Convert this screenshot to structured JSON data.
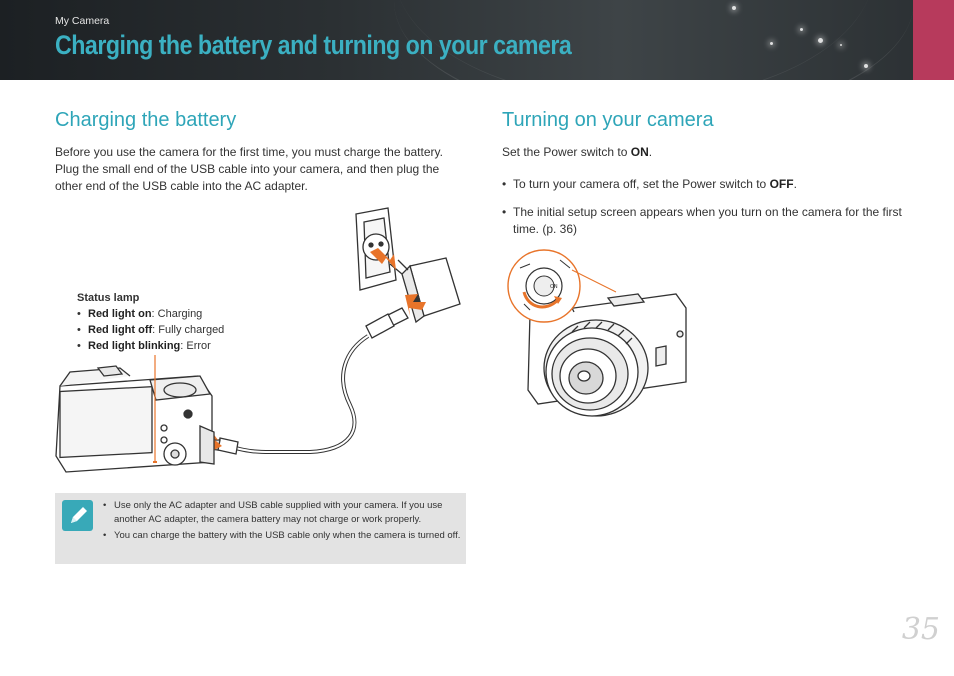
{
  "header": {
    "section_label": "My Camera",
    "title": "Charging the battery and turning on your camera"
  },
  "left": {
    "heading": "Charging the battery",
    "intro": "Before you use the camera for the first time, you must charge the battery. Plug the small end of the USB cable into your camera, and then plug the other end of the USB cable into the AC adapter.",
    "status_lamp": {
      "title": "Status lamp",
      "items": [
        {
          "label": "Red light on",
          "value": ": Charging"
        },
        {
          "label": "Red light off",
          "value": ": Fully charged"
        },
        {
          "label": "Red light blinking",
          "value": ": Error"
        }
      ]
    },
    "notes": [
      "Use only the AC adapter and USB cable supplied with your camera. If you use another AC adapter, the camera battery may not charge or work properly.",
      "You can charge the battery with the USB cable only when the camera is turned off."
    ]
  },
  "right": {
    "heading": "Turning on your camera",
    "instruction_prefix": "Set the Power switch to ",
    "instruction_bold": "ON",
    "instruction_suffix": ".",
    "bullets": [
      {
        "prefix": "To turn your camera off, set the Power switch to ",
        "bold": "OFF",
        "suffix": "."
      },
      {
        "prefix": "The initial setup screen appears when you turn on the camera for the first time. (p. 36)",
        "bold": "",
        "suffix": ""
      }
    ]
  },
  "page_number": "35",
  "colors": {
    "accent_teal": "#2ea5b8",
    "tab_pink": "#b73a5c",
    "note_bg": "#e3e3e3",
    "arrow_orange": "#e8742a"
  },
  "icons": {
    "note": "pencil-icon",
    "bullet": "bullet-dot"
  }
}
